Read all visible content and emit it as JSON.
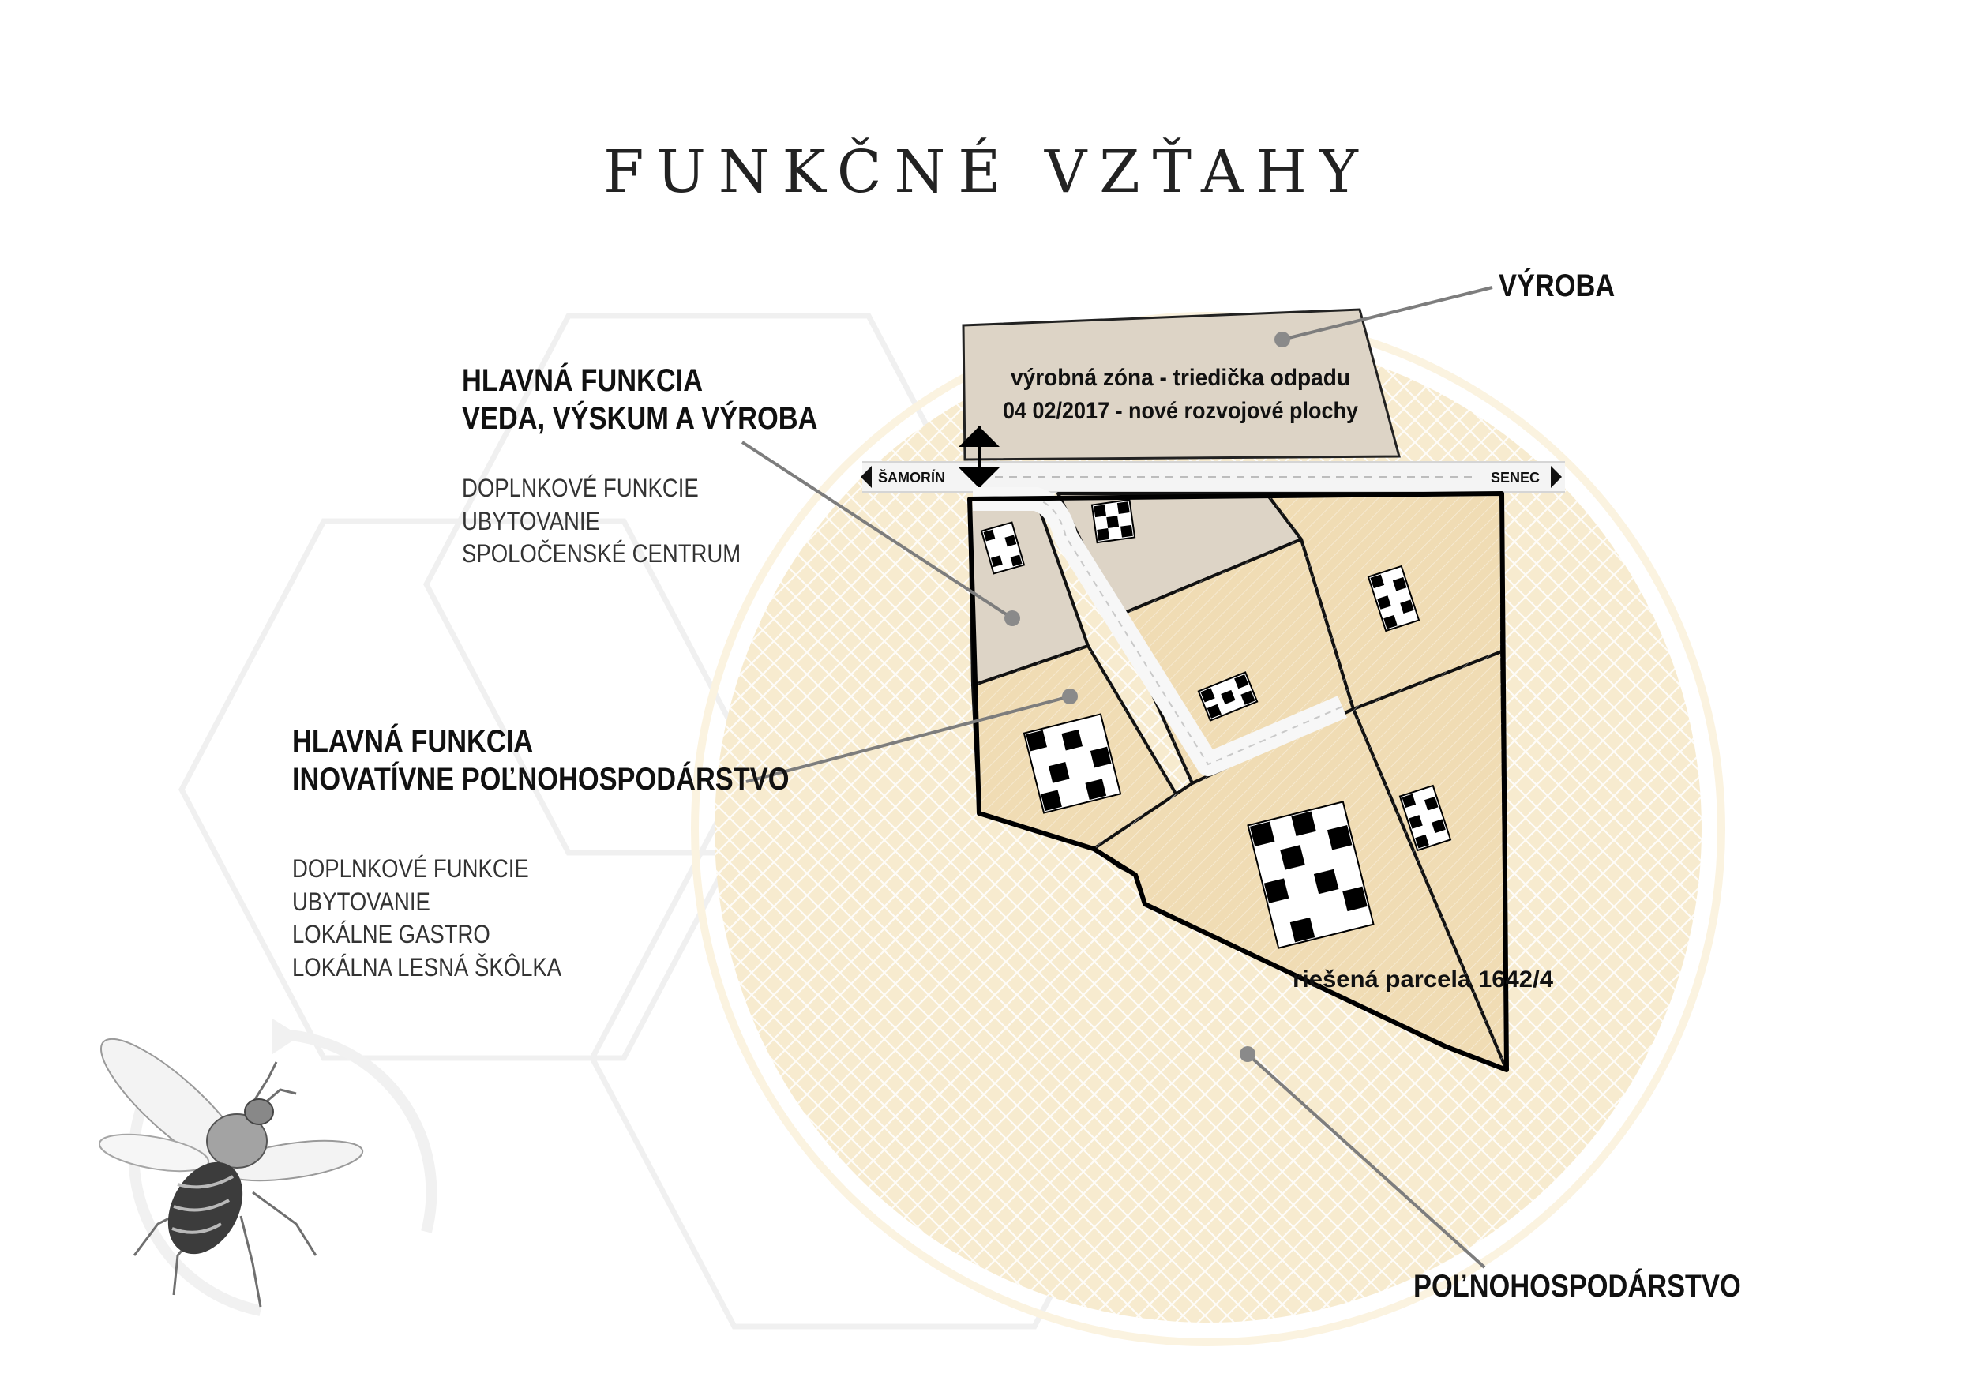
{
  "title": "FUNKČNÉ VZŤAHY",
  "labels": {
    "vyroba": "VÝROBA",
    "polnohospodarstvo": "POĽNOHOSPODÁRSTVO",
    "vyrobna_zona_line1": "výrobná zóna - triedička odpadu",
    "vyrobna_zona_line2": "04 02/2017 - nové rozvojové plochy",
    "samorin": "ŠAMORÍN",
    "senec": "SENEC",
    "parcela": "riešená parcela 1642/4"
  },
  "block_veda": {
    "heading_line1": "HLAVNÁ FUNKCIA",
    "heading_line2": "VEDA, VÝSKUM A VÝROBA",
    "sub_lines": [
      "DOPLNKOVÉ FUNKCIE",
      "UBYTOVANIE",
      "SPOLOČENSKÉ CENTRUM"
    ]
  },
  "block_agro": {
    "heading_line1": "HLAVNÁ FUNKCIA",
    "heading_line2": "INOVATÍVNE POĽNOHOSPODÁRSTVO",
    "sub_lines": [
      "DOPLNKOVÉ FUNKCIE",
      "UBYTOVANIE",
      "LOKÁLNE GASTRO",
      "LOKÁLNA LESNÁ ŠKÔLKA"
    ]
  },
  "colors": {
    "circle_fill": "#f7ebcf",
    "plot_agro": "#f0dcb4",
    "plot_industry": "#ddd4c6",
    "road": "#f4f4f4",
    "leader": "#7d7d7d",
    "outline": "#111111"
  }
}
